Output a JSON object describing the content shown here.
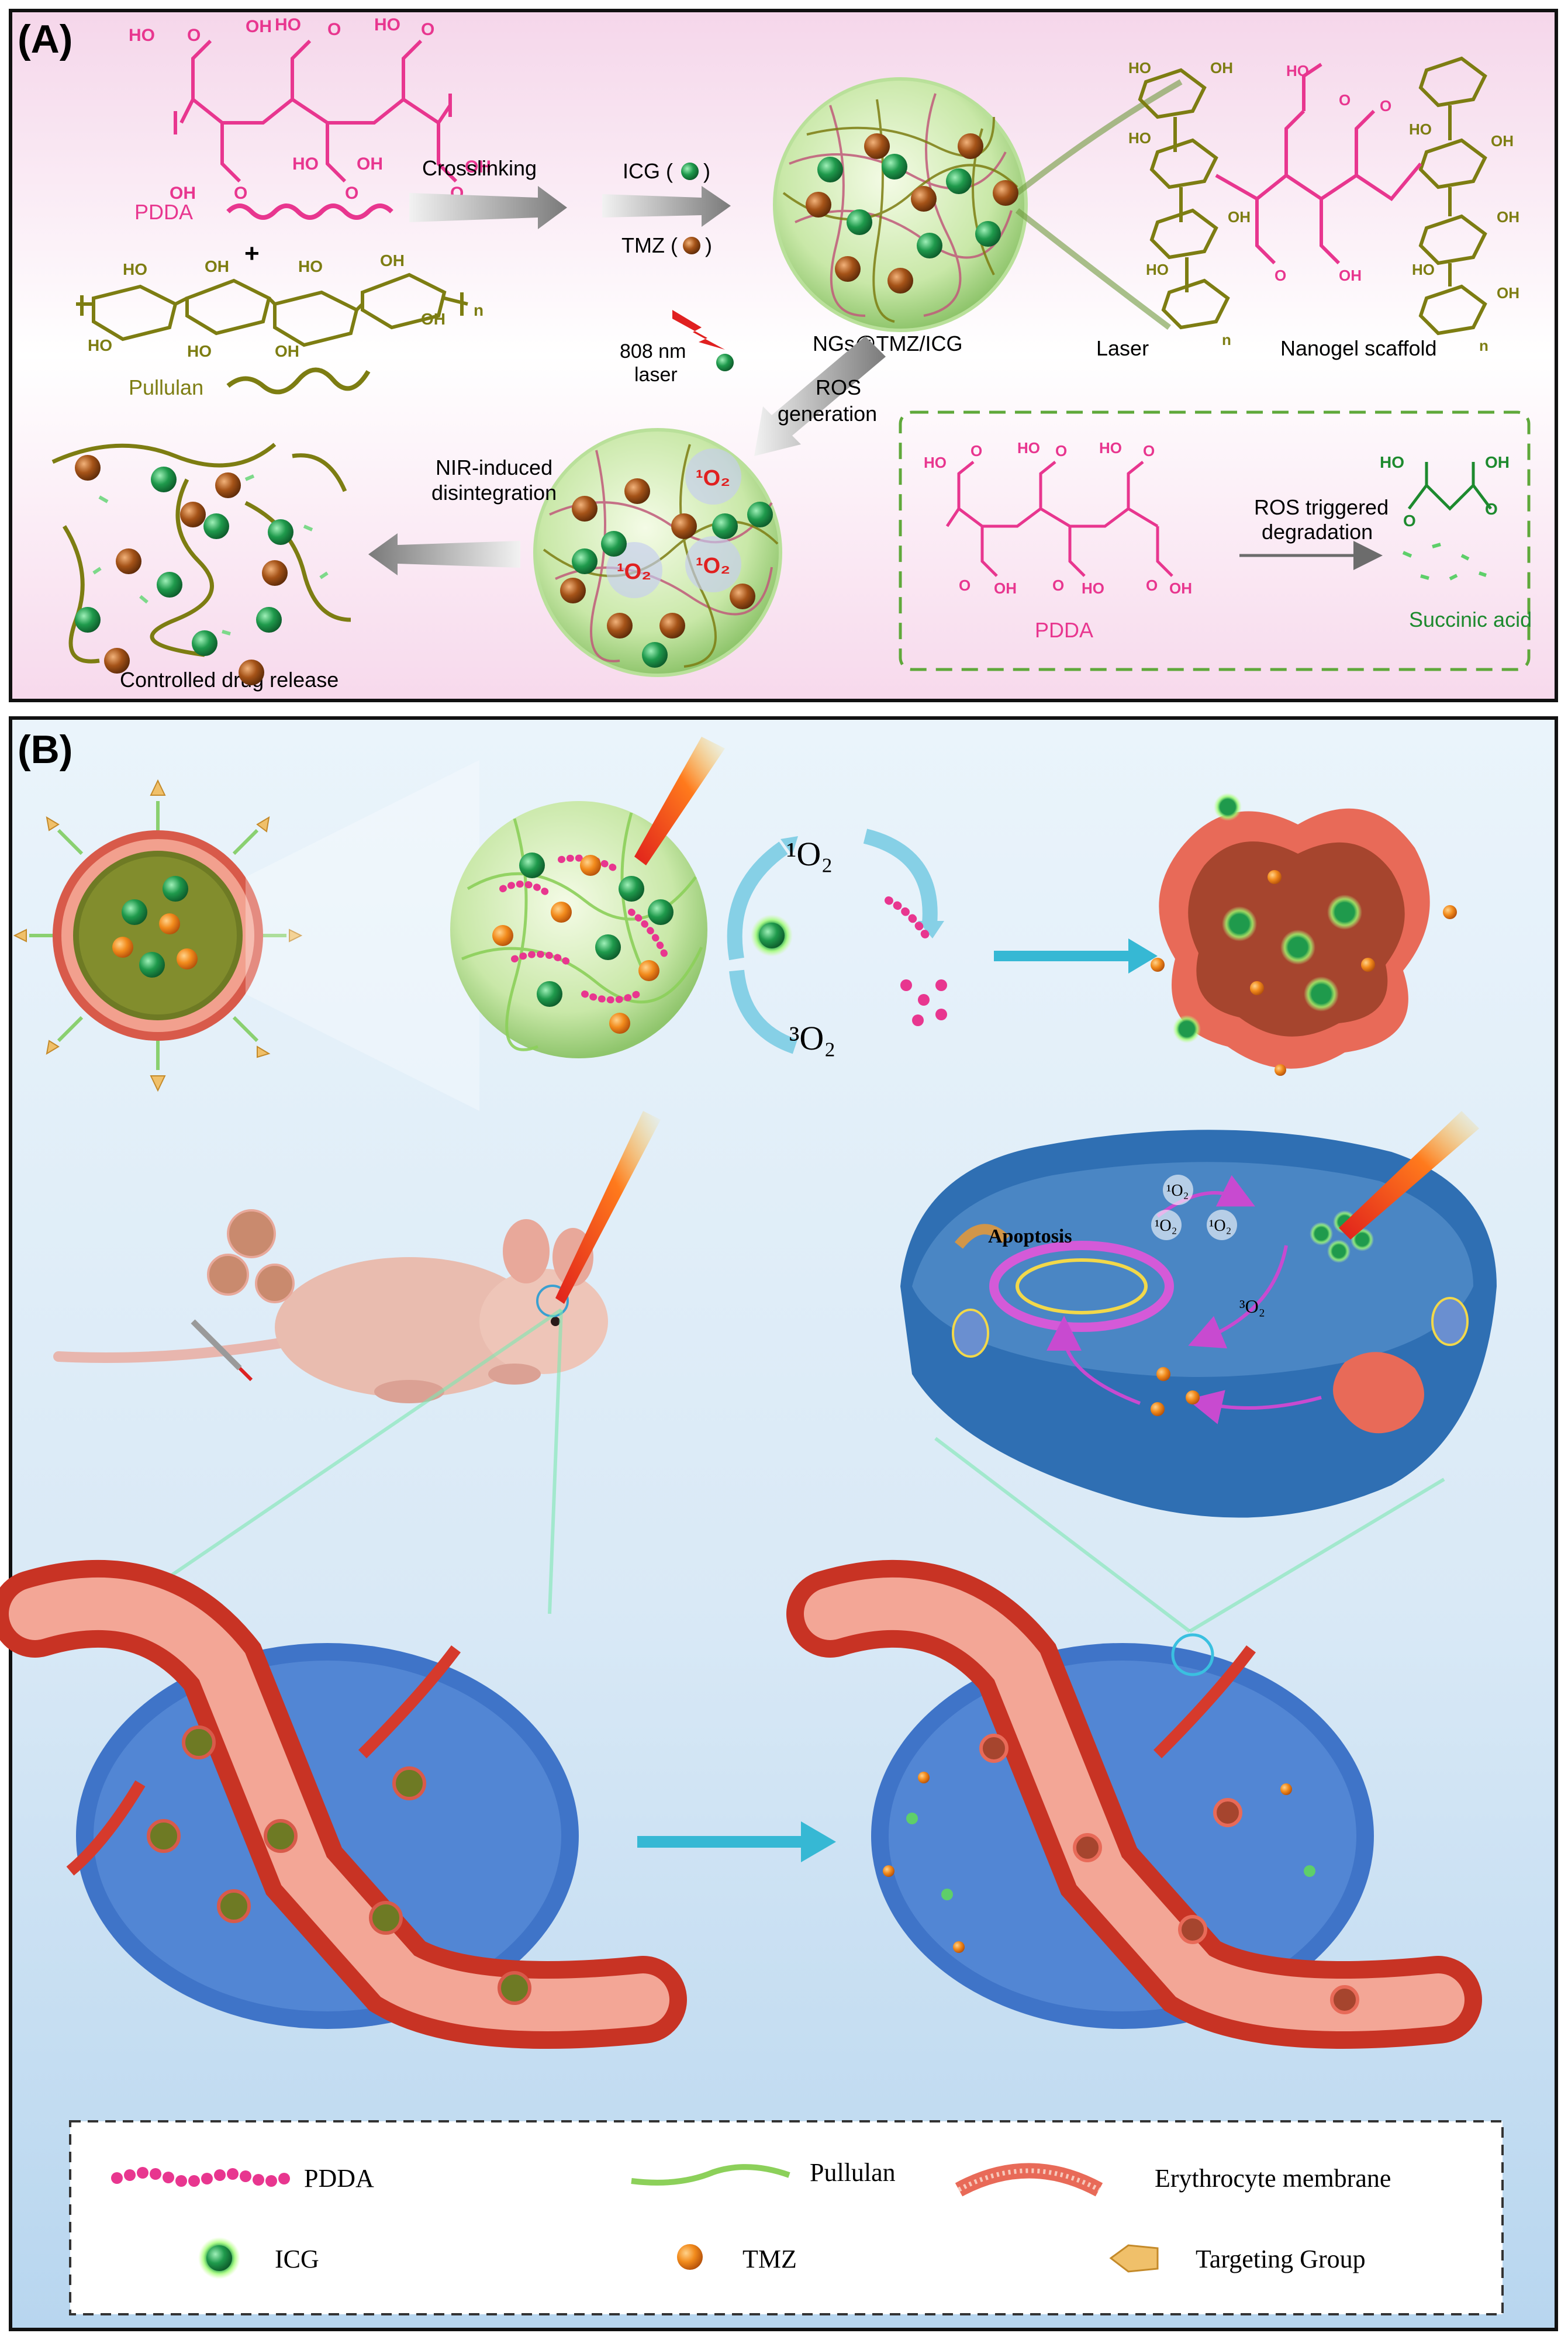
{
  "panel_a": {
    "label": "(A)",
    "pdda_label": "PDDA",
    "plus": "+",
    "pullulan_label": "Pullulan",
    "crosslinking": "Crosslinking",
    "icg": "ICG (",
    "tmz": "TMZ (",
    "paren_close": ")",
    "laser_808_line1": "808 nm",
    "laser_808_line2": "laser",
    "ng_label": "NGs@TMZ/ICG",
    "ros_line1": "ROS",
    "ros_line2": "generation",
    "laser": "Laser",
    "nanogel_scaffold": "Nanogel scaffold",
    "nir_line1": "NIR-induced",
    "nir_line2": "disintegration",
    "controlled_release": "Controlled drug release",
    "ros_triggered_line1": "ROS triggered",
    "ros_triggered_line2": "degradation",
    "pdda_box_label": "PDDA",
    "succinic_acid": "Succinic acid",
    "singlet_oxygen": "¹O₂",
    "chem": {
      "oh": "OH",
      "ho": "HO",
      "o": "O",
      "n": "n"
    }
  },
  "panel_b": {
    "label": "(B)",
    "singlet": "¹O₂",
    "triplet": "³O₂",
    "apoptosis": "Apoptosis",
    "legend": [
      {
        "key": "pdda",
        "label": "PDDA"
      },
      {
        "key": "pullulan",
        "label": "Pullulan"
      },
      {
        "key": "erythrocyte",
        "label": "Erythrocyte membrane"
      },
      {
        "key": "icg",
        "label": "ICG"
      },
      {
        "key": "tmz",
        "label": "TMZ"
      },
      {
        "key": "targeting",
        "label": "Targeting Group"
      }
    ]
  },
  "colors": {
    "pdda": "#e8368f",
    "pullulan": "#7d7d12",
    "icg": "#1f9a4c",
    "tmz": "#a55318",
    "tmz_orange": "#f28b1c",
    "succinic": "#1d8a2e",
    "singlet_red": "#e02020",
    "cyan_arrow": "#36b8d4",
    "tumor_blue": "#3f74c8",
    "vessel_red": "#d63a2c"
  }
}
